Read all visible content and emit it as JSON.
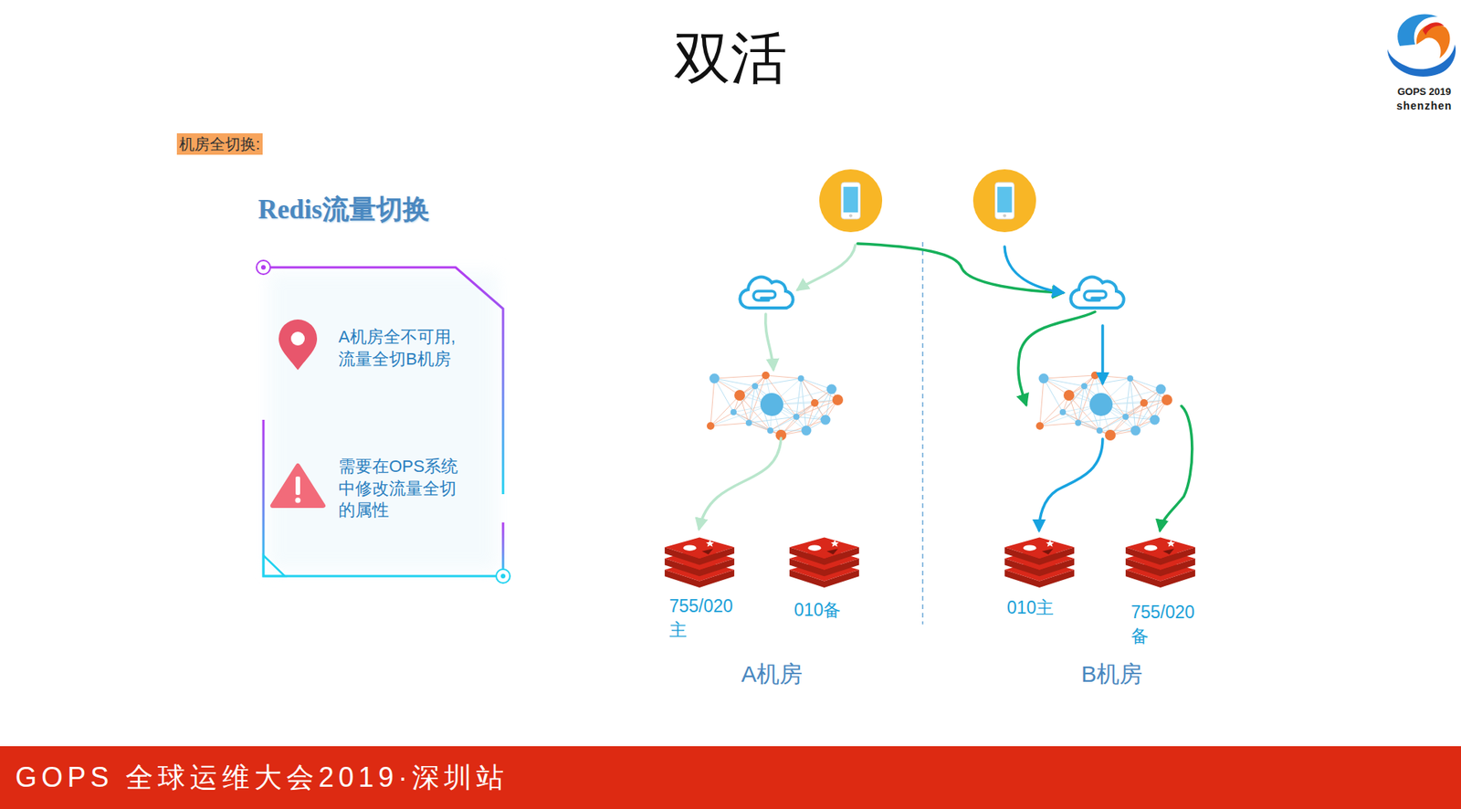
{
  "diagram": {
    "title": "双活",
    "nodes": [
      {
        "text": [
          "机房全切换:"
        ]
      },
      {
        "text": [
          "Redis流量切换",
          "A机房全不可用, 流量全切B机房",
          "需要在OPS系统中修改流量全切的属性"
        ]
      },
      {
        "text": [
          "755/020 主"
        ]
      },
      {
        "text": [
          "010备"
        ]
      },
      {
        "text": [
          "010主"
        ]
      },
      {
        "text": [
          "755/020 备"
        ]
      },
      {
        "text": [
          "GOPS 全球运维大会2019·深圳站"
        ]
      }
    ],
    "labels": [
      "GOPS 2019",
      "shenzhen",
      "A机房",
      "B机房"
    ]
  }
}
